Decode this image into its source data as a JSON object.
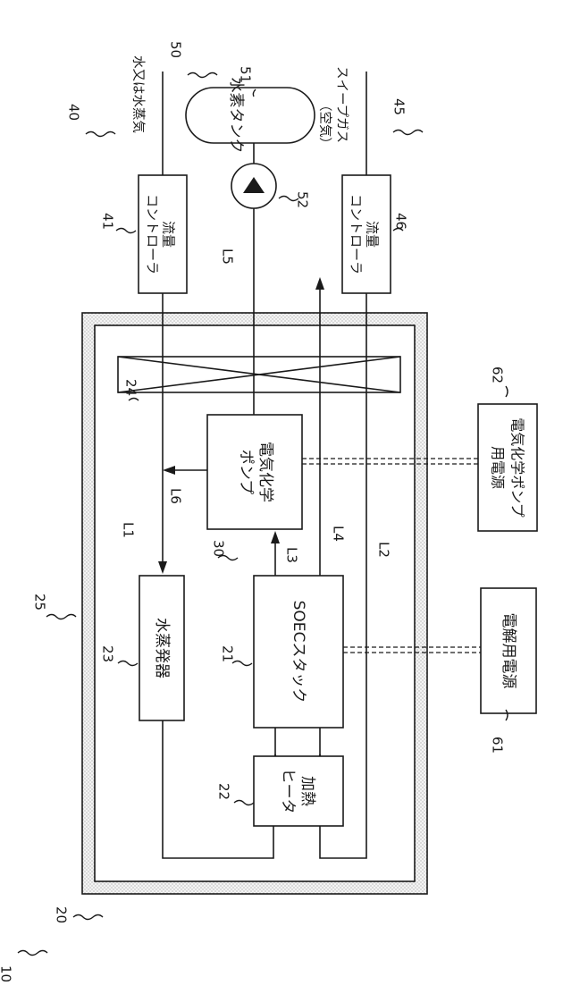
{
  "refs": {
    "system": "10",
    "housing_outer": "20",
    "soec_stack": "21",
    "heater": "22",
    "steam_generator": "23",
    "heat_exchanger": "24",
    "insulation": "25",
    "ecp": "30",
    "water_supply": "40",
    "water_controller": "41",
    "sweep_supply": "45",
    "sweep_controller": "46",
    "hydrogen_system": "50",
    "hydrogen_tank": "51",
    "pump": "52",
    "electrolysis_power": "61",
    "ecp_power": "62"
  },
  "lines": {
    "l1": "L1",
    "l2": "L2",
    "l3": "L3",
    "l4": "L4",
    "l5": "L5",
    "l6": "L6"
  },
  "labels": {
    "water_input": "水又は水蒸気",
    "sweep_gas_1": "スイープガス",
    "sweep_gas_2": "（空気）",
    "hydrogen_tank": "水素タンク",
    "water_controller_1": "流量",
    "water_controller_2": "コントローラ",
    "sweep_controller_1": "流量",
    "sweep_controller_2": "コントローラ",
    "ecp_1": "電気化学",
    "ecp_2": "ポンプ",
    "steam_generator": "水蒸発器",
    "soec_stack": "SOECスタック",
    "heater_1": "加熱",
    "heater_2": "ヒータ",
    "electrolysis_power": "電解用電源",
    "ecp_power_1": "電気化学ポンプ",
    "ecp_power_2": "用電源"
  },
  "colors": {
    "line": "#1a1a1a",
    "insulation_fill": "#f2f2f2"
  }
}
